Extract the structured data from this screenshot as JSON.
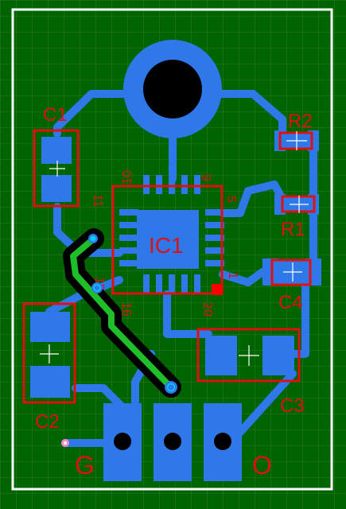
{
  "canvas": {
    "background": "#006400",
    "grid_color": "#2f7a2f",
    "outline_color": "#ffffff"
  },
  "colors": {
    "copper_top": "#2f78ea",
    "copper_bottom": "#1fbf2a",
    "silkscreen": "#e01010",
    "pad_center": "#ffffff",
    "via_ring": "#00d0ff",
    "keepout": "#000000",
    "marker": "#ff88cc"
  },
  "labels": {
    "c1": "C1",
    "c2": "C2",
    "c3": "C3",
    "c4": "C4",
    "r1": "R1",
    "r2": "R2",
    "ic1": "IC1",
    "pin_10": "10",
    "pin_6": "6",
    "pin_11": "11",
    "pin_5": "5",
    "pin_15": "15",
    "pin_16": "16",
    "pin_1": "1",
    "pin_20": "20",
    "connector_g": "G",
    "connector_o": "O"
  }
}
